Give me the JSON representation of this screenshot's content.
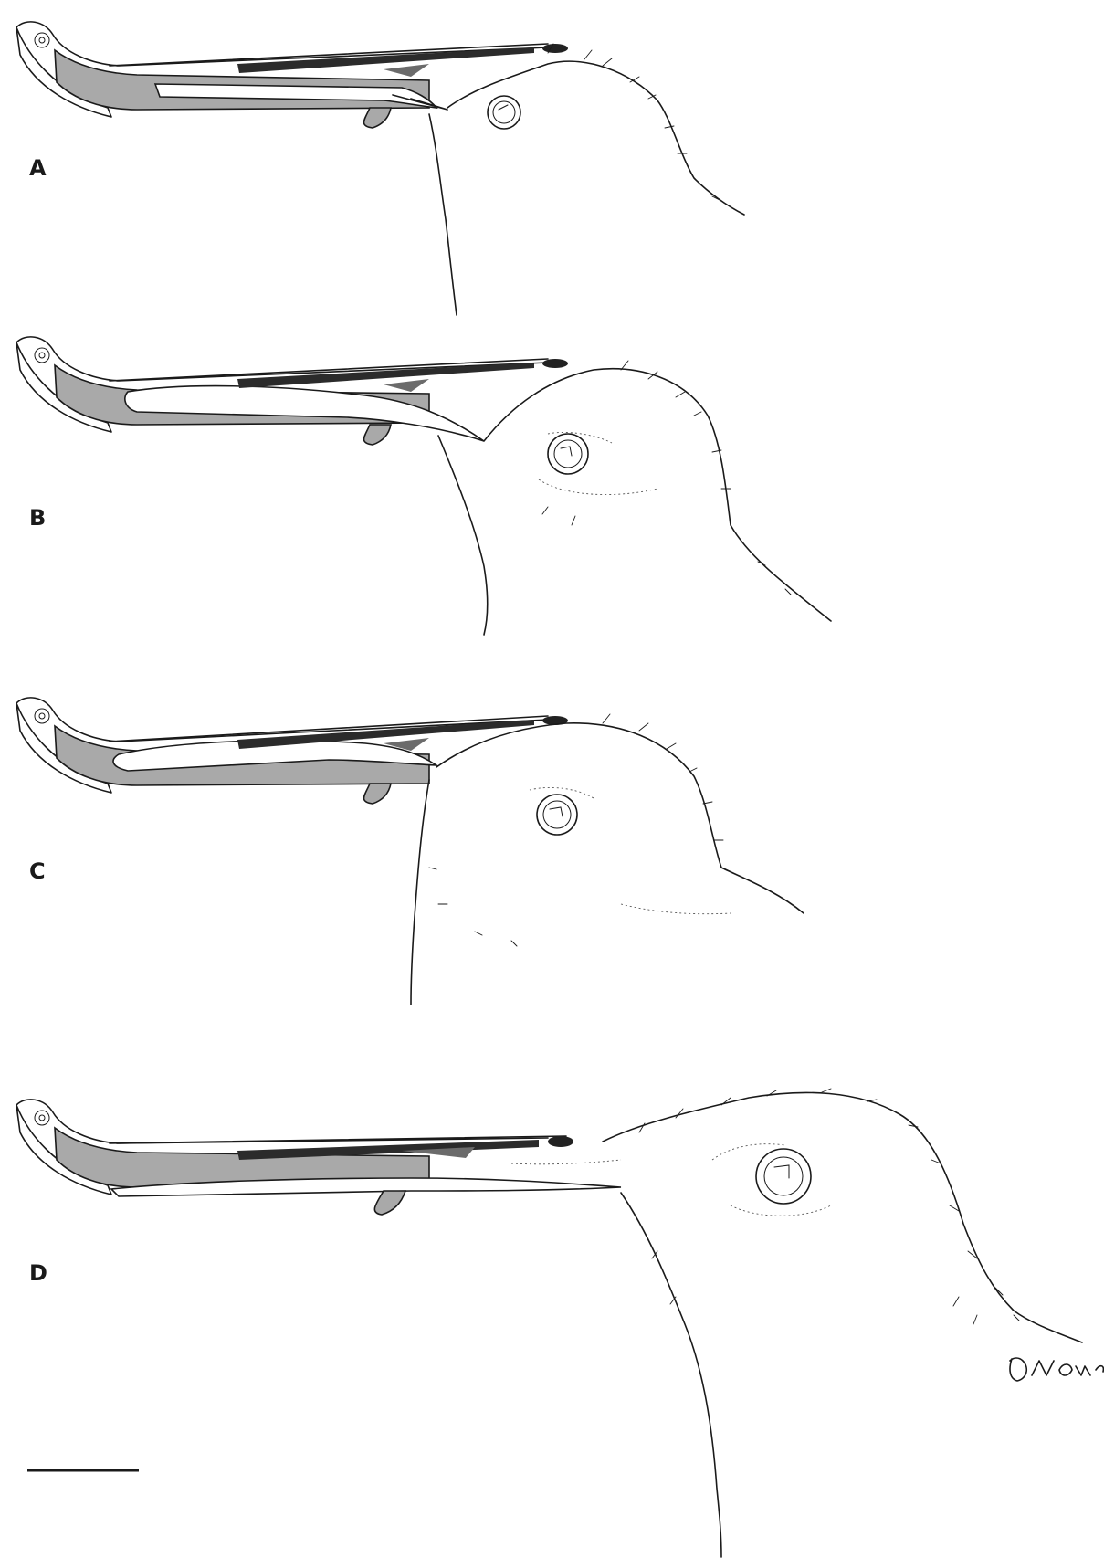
{
  "figure": {
    "panels": [
      {
        "id": "A",
        "label": "A"
      },
      {
        "id": "B",
        "label": "B"
      },
      {
        "id": "C",
        "label": "C"
      },
      {
        "id": "D",
        "label": "D"
      }
    ],
    "scale_bar": {
      "label": ""
    },
    "signature": {
      "text": "D.Nawke"
    }
  },
  "colors": {
    "tongue_fill": "#a9a9a9",
    "dark_bar": "#2b2b2b",
    "ink": "#1a1a1a",
    "background": "#ffffff"
  }
}
